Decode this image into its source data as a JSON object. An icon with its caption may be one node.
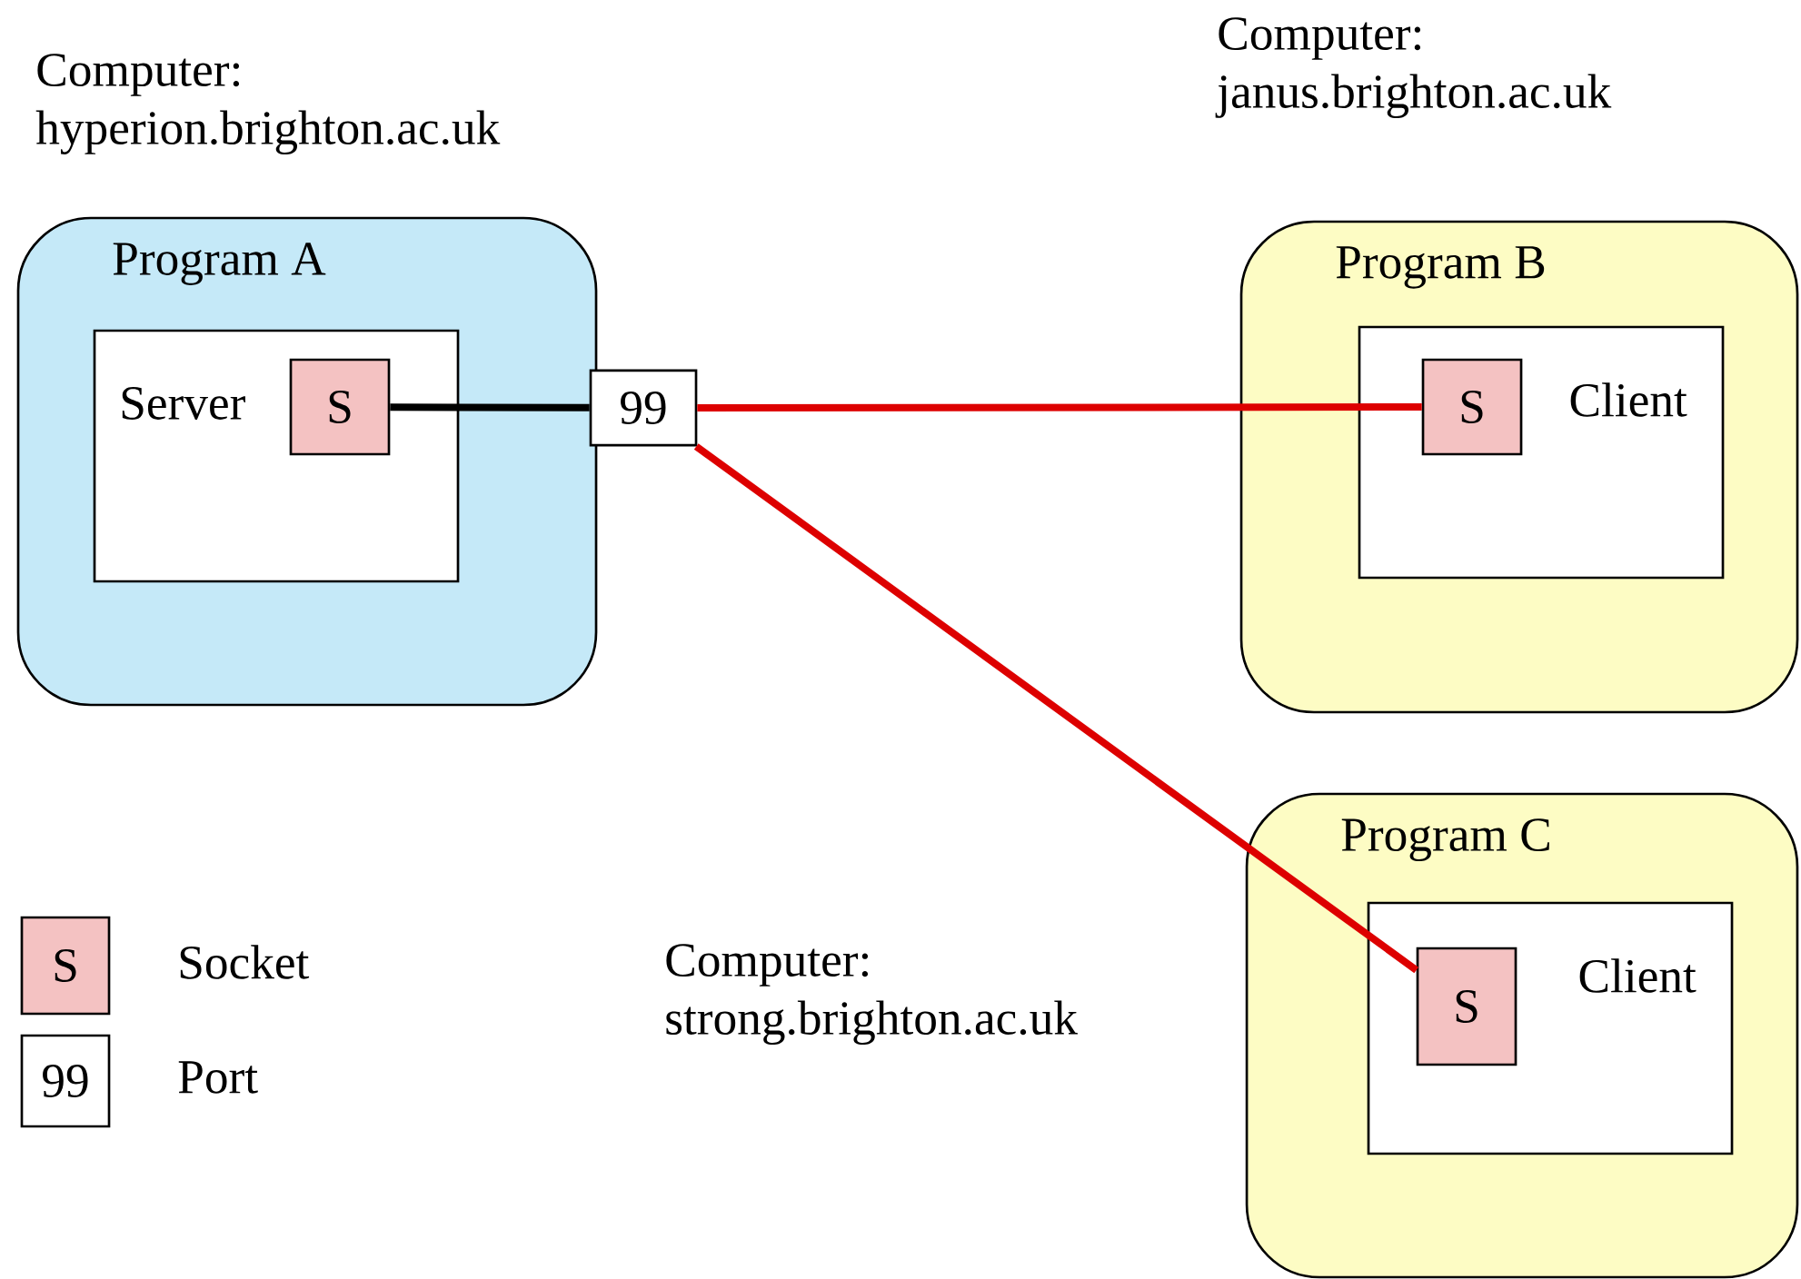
{
  "diagram": {
    "nodes": [
      {
        "text": [
          "Program A"
        ],
        "beside": [
          "Computer: hyperion.brighton.ac.uk"
        ]
      },
      {
        "text": [
          "Server"
        ],
        "in": 0
      },
      {
        "text": [
          "S"
        ],
        "in": 1
      },
      {
        "text": [
          "99"
        ]
      },
      {
        "text": [
          "Program B"
        ],
        "beside": [
          "Computer: janus.brighton.ac.uk"
        ]
      },
      {
        "text": [
          "Client"
        ],
        "in": 4
      },
      {
        "text": [
          "S"
        ],
        "in": 5
      },
      {
        "text": [
          "Program C"
        ],
        "beside": [
          "Computer: strong.brighton.ac.uk"
        ]
      },
      {
        "text": [
          "Client"
        ],
        "in": 7
      },
      {
        "text": [
          "S"
        ],
        "in": 8
      }
    ],
    "edges": [
      {
        "from": 2,
        "to": 3,
        "arrow": "none",
        "color": "#000000"
      },
      {
        "from": 3,
        "to": 6,
        "arrow": "none"
      },
      {
        "from": 3,
        "to": 9,
        "arrow": "none"
      }
    ],
    "labels": [
      "S",
      "99"
    ],
    "legend": [
      {
        "text": "Socket",
        "color": "#f4c2c2"
      },
      {
        "text": "Port"
      }
    ]
  }
}
